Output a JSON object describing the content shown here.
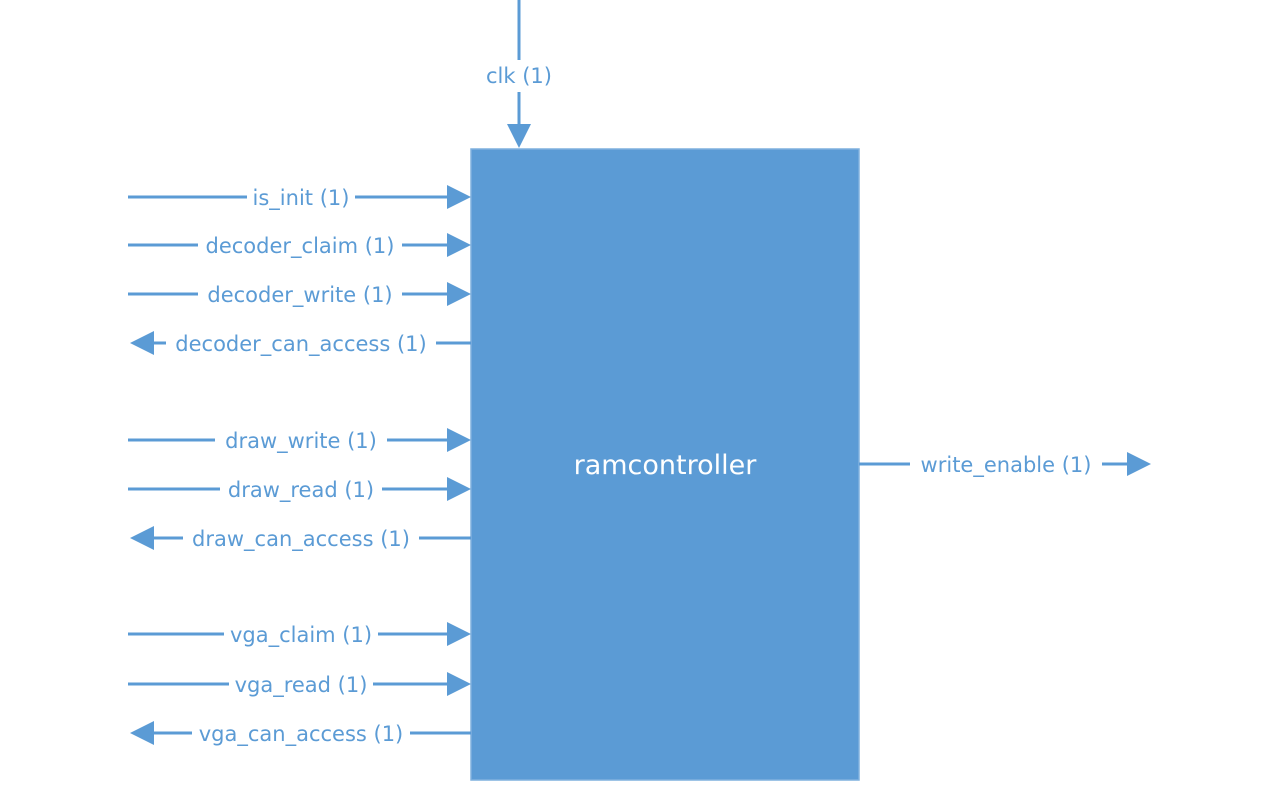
{
  "diagram": {
    "module_name": "ramcontroller",
    "color": "#5b9bd5",
    "signals": {
      "clk": {
        "label": "clk (1)",
        "direction": "in"
      },
      "is_init": {
        "label": "is_init (1)",
        "direction": "in"
      },
      "decoder_claim": {
        "label": "decoder_claim (1)",
        "direction": "in"
      },
      "decoder_write": {
        "label": "decoder_write (1)",
        "direction": "in"
      },
      "decoder_can_access": {
        "label": "decoder_can_access (1)",
        "direction": "out"
      },
      "draw_write": {
        "label": "draw_write (1)",
        "direction": "in"
      },
      "draw_read": {
        "label": "draw_read (1)",
        "direction": "in"
      },
      "draw_can_access": {
        "label": "draw_can_access (1)",
        "direction": "out"
      },
      "vga_claim": {
        "label": "vga_claim (1)",
        "direction": "in"
      },
      "vga_read": {
        "label": "vga_read (1)",
        "direction": "in"
      },
      "vga_can_access": {
        "label": "vga_can_access (1)",
        "direction": "out"
      },
      "write_enable": {
        "label": "write_enable (1)",
        "direction": "out"
      }
    }
  }
}
